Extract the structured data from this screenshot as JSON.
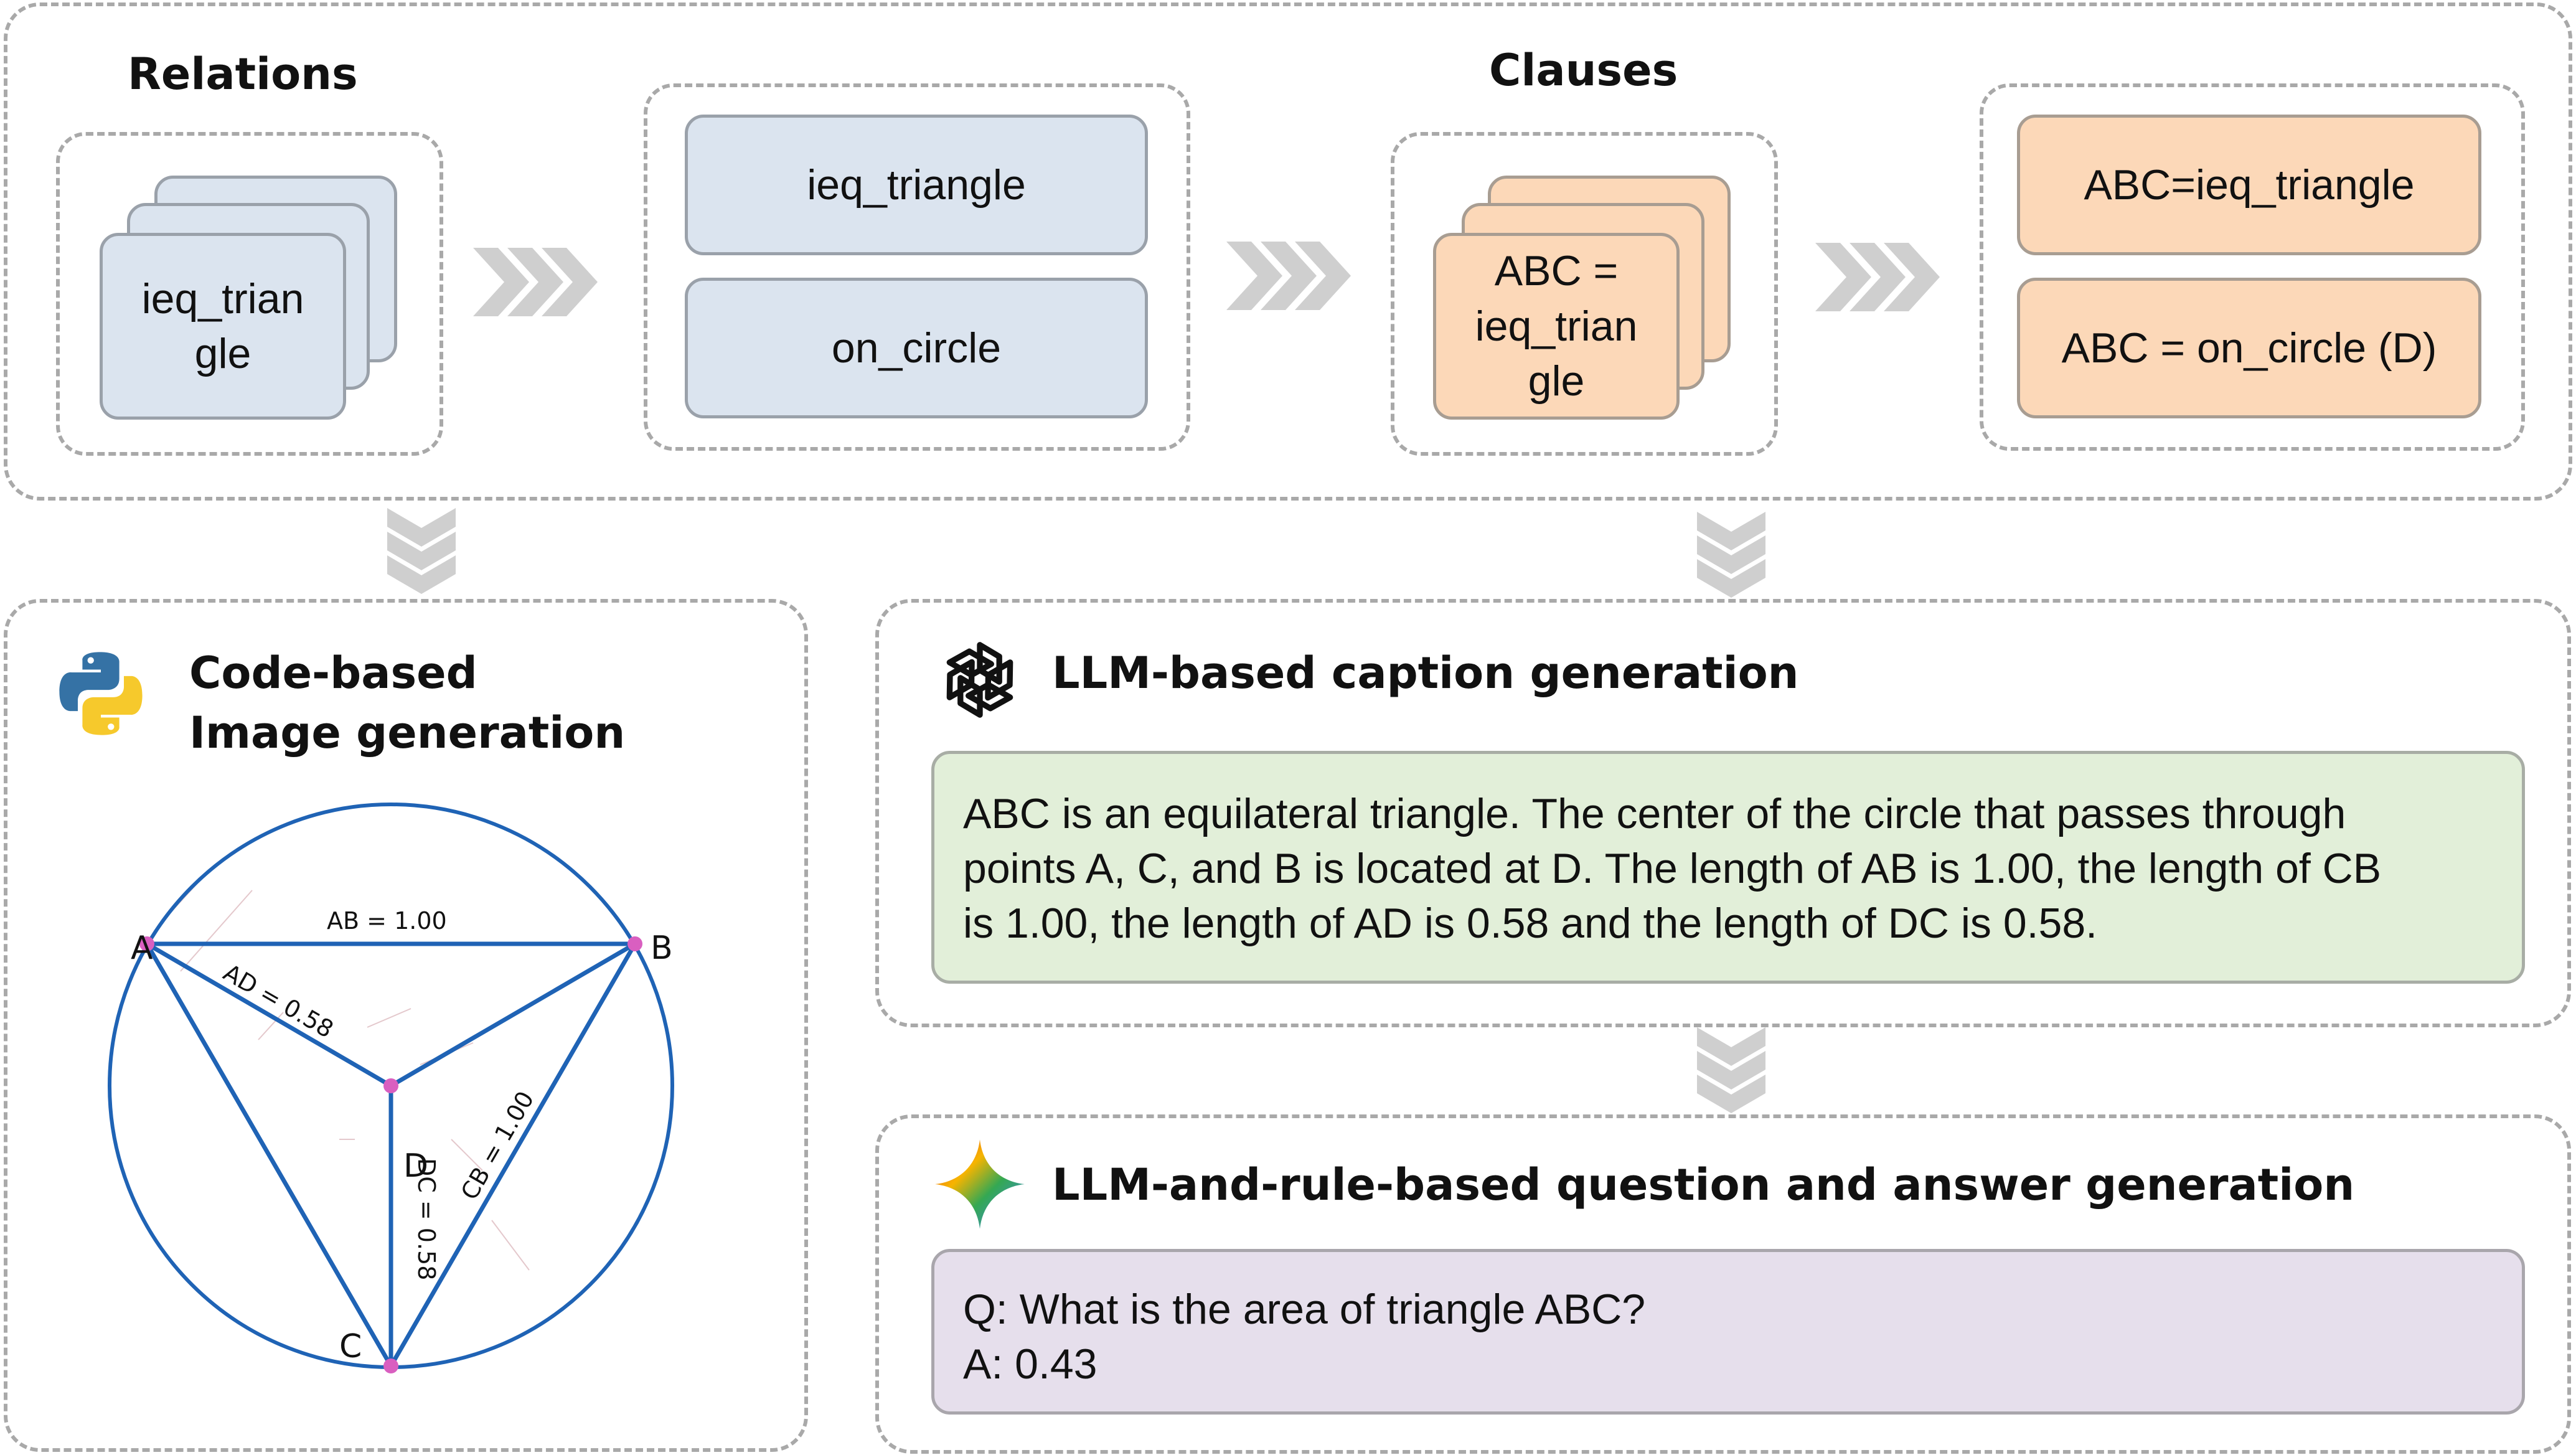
{
  "top": {
    "relations_heading": "Relations",
    "clauses_heading": "Clauses",
    "relation_stack_label": "ieq_trian\ngle",
    "relation_items": [
      "ieq_triangle",
      "on_circle"
    ],
    "clause_stack_label": "ABC =\nieq_trian\ngle",
    "clause_items": [
      "ABC=ieq_triangle",
      "ABC = on_circle (D)"
    ]
  },
  "image_gen": {
    "title_line1": "Code-based",
    "title_line2": "Image generation",
    "icon": "python-logo-icon",
    "figure": {
      "points": [
        "A",
        "B",
        "C",
        "D"
      ],
      "labels": [
        "AB = 1.00",
        "AD = 0.58",
        "CB = 1.00",
        "DC = 0.58"
      ]
    }
  },
  "caption_gen": {
    "title": "LLM-based caption generation",
    "icon": "openai-logo-icon",
    "text_lines": [
      "ABC is an equilateral triangle. The center of the circle that passes through",
      "points A, C, and B is located at D. The length of AB is 1.00, the length of CB",
      "is 1.00, the length of AD is 0.58 and the length of DC is 0.58."
    ]
  },
  "qa_gen": {
    "title": "LLM-and-rule-based question and answer generation",
    "icon": "gemini-sparkle-icon",
    "question": "Q: What is the area of triangle ABC?",
    "answer": "A: 0.43"
  },
  "colors": {
    "blue_box": "#dbe4ef",
    "orange_box": "#fcd8b8",
    "green_box": "#e2efd9",
    "purple_box": "#e6dfec",
    "figure_line": "#1f63b5",
    "figure_point": "#d95fc0",
    "arrow": "#cfcfcf",
    "dashed_border": "#a9a9a9"
  }
}
